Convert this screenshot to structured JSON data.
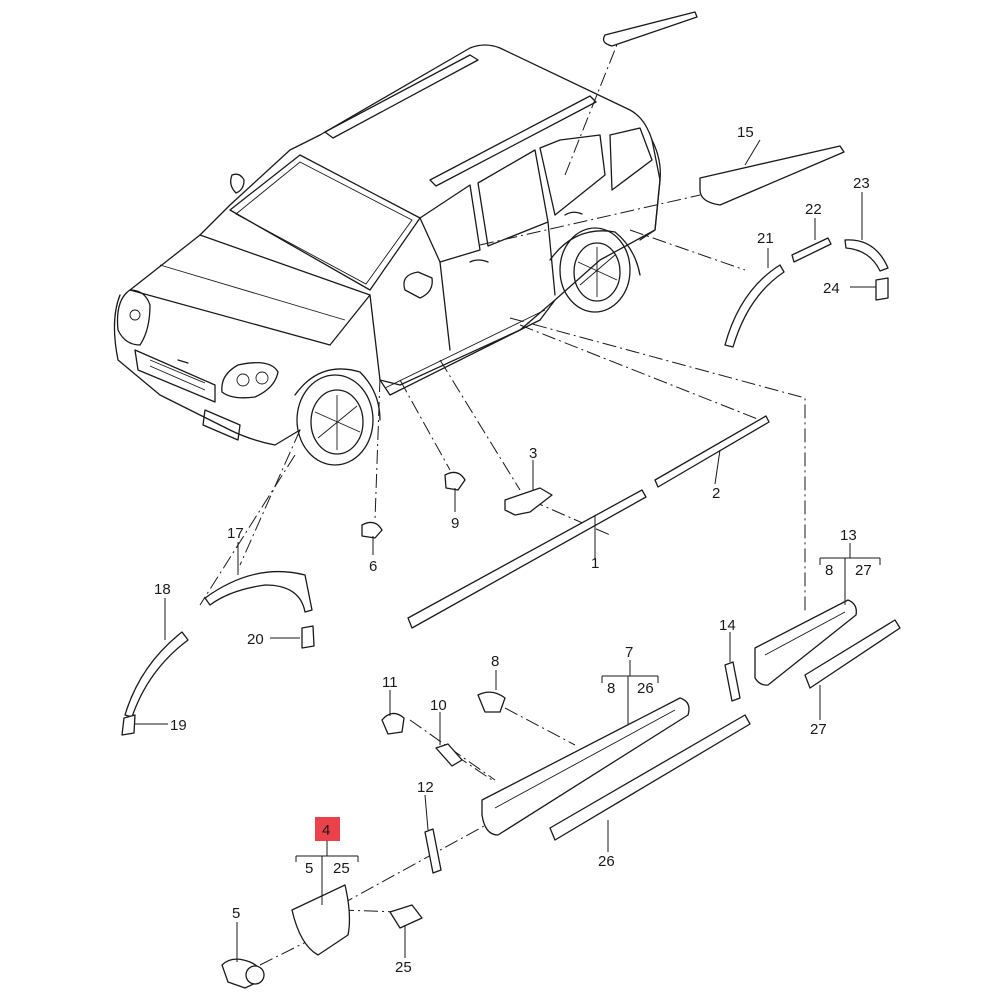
{
  "highlight_color": "#e8202a",
  "highlighted_callout": "4",
  "callouts": {
    "c1": "1",
    "c2": "2",
    "c3": "3",
    "c4": "4",
    "c5a": "5",
    "c5b": "5",
    "c6": "6",
    "c7": "7",
    "c8a": "8",
    "c8b": "8",
    "c8c": "8",
    "c9": "9",
    "c10": "10",
    "c11": "11",
    "c12": "12",
    "c13": "13",
    "c14": "14",
    "c15": "15",
    "c17": "17",
    "c18": "18",
    "c19": "19",
    "c20": "20",
    "c21": "21",
    "c22": "22",
    "c23": "23",
    "c24": "24",
    "c25a": "25",
    "c25b": "25",
    "c26a": "26",
    "c26b": "26",
    "c27a": "27",
    "c27b": "27"
  }
}
